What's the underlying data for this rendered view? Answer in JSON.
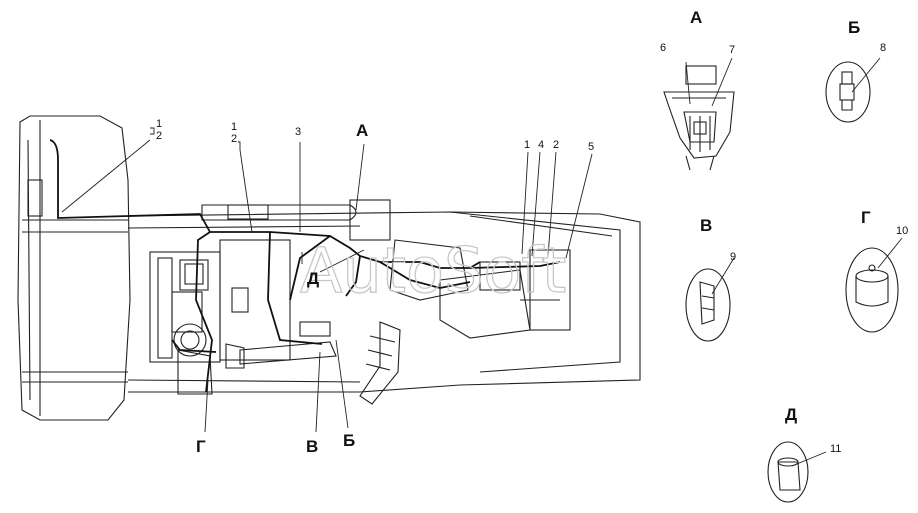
{
  "watermark": "AutoSoft",
  "main_diagram": {
    "callouts": {
      "c1_top": "1",
      "c2_top": "2",
      "c1_mid": "1",
      "c2_mid": "2",
      "c3": "3",
      "c1_right": "1",
      "c4": "4",
      "c2_right": "2",
      "c5": "5"
    },
    "view_markers": {
      "a": "А",
      "d": "Д",
      "g": "Г",
      "v": "В",
      "b": "Б"
    }
  },
  "detail_views": {
    "a": {
      "title": "А",
      "callouts": [
        "6",
        "7"
      ]
    },
    "b": {
      "title": "Б",
      "callouts": [
        "8"
      ]
    },
    "v": {
      "title": "В",
      "callouts": [
        "9"
      ]
    },
    "g": {
      "title": "Г",
      "callouts": [
        "10"
      ]
    },
    "d": {
      "title": "Д",
      "callouts": [
        "11"
      ]
    }
  }
}
